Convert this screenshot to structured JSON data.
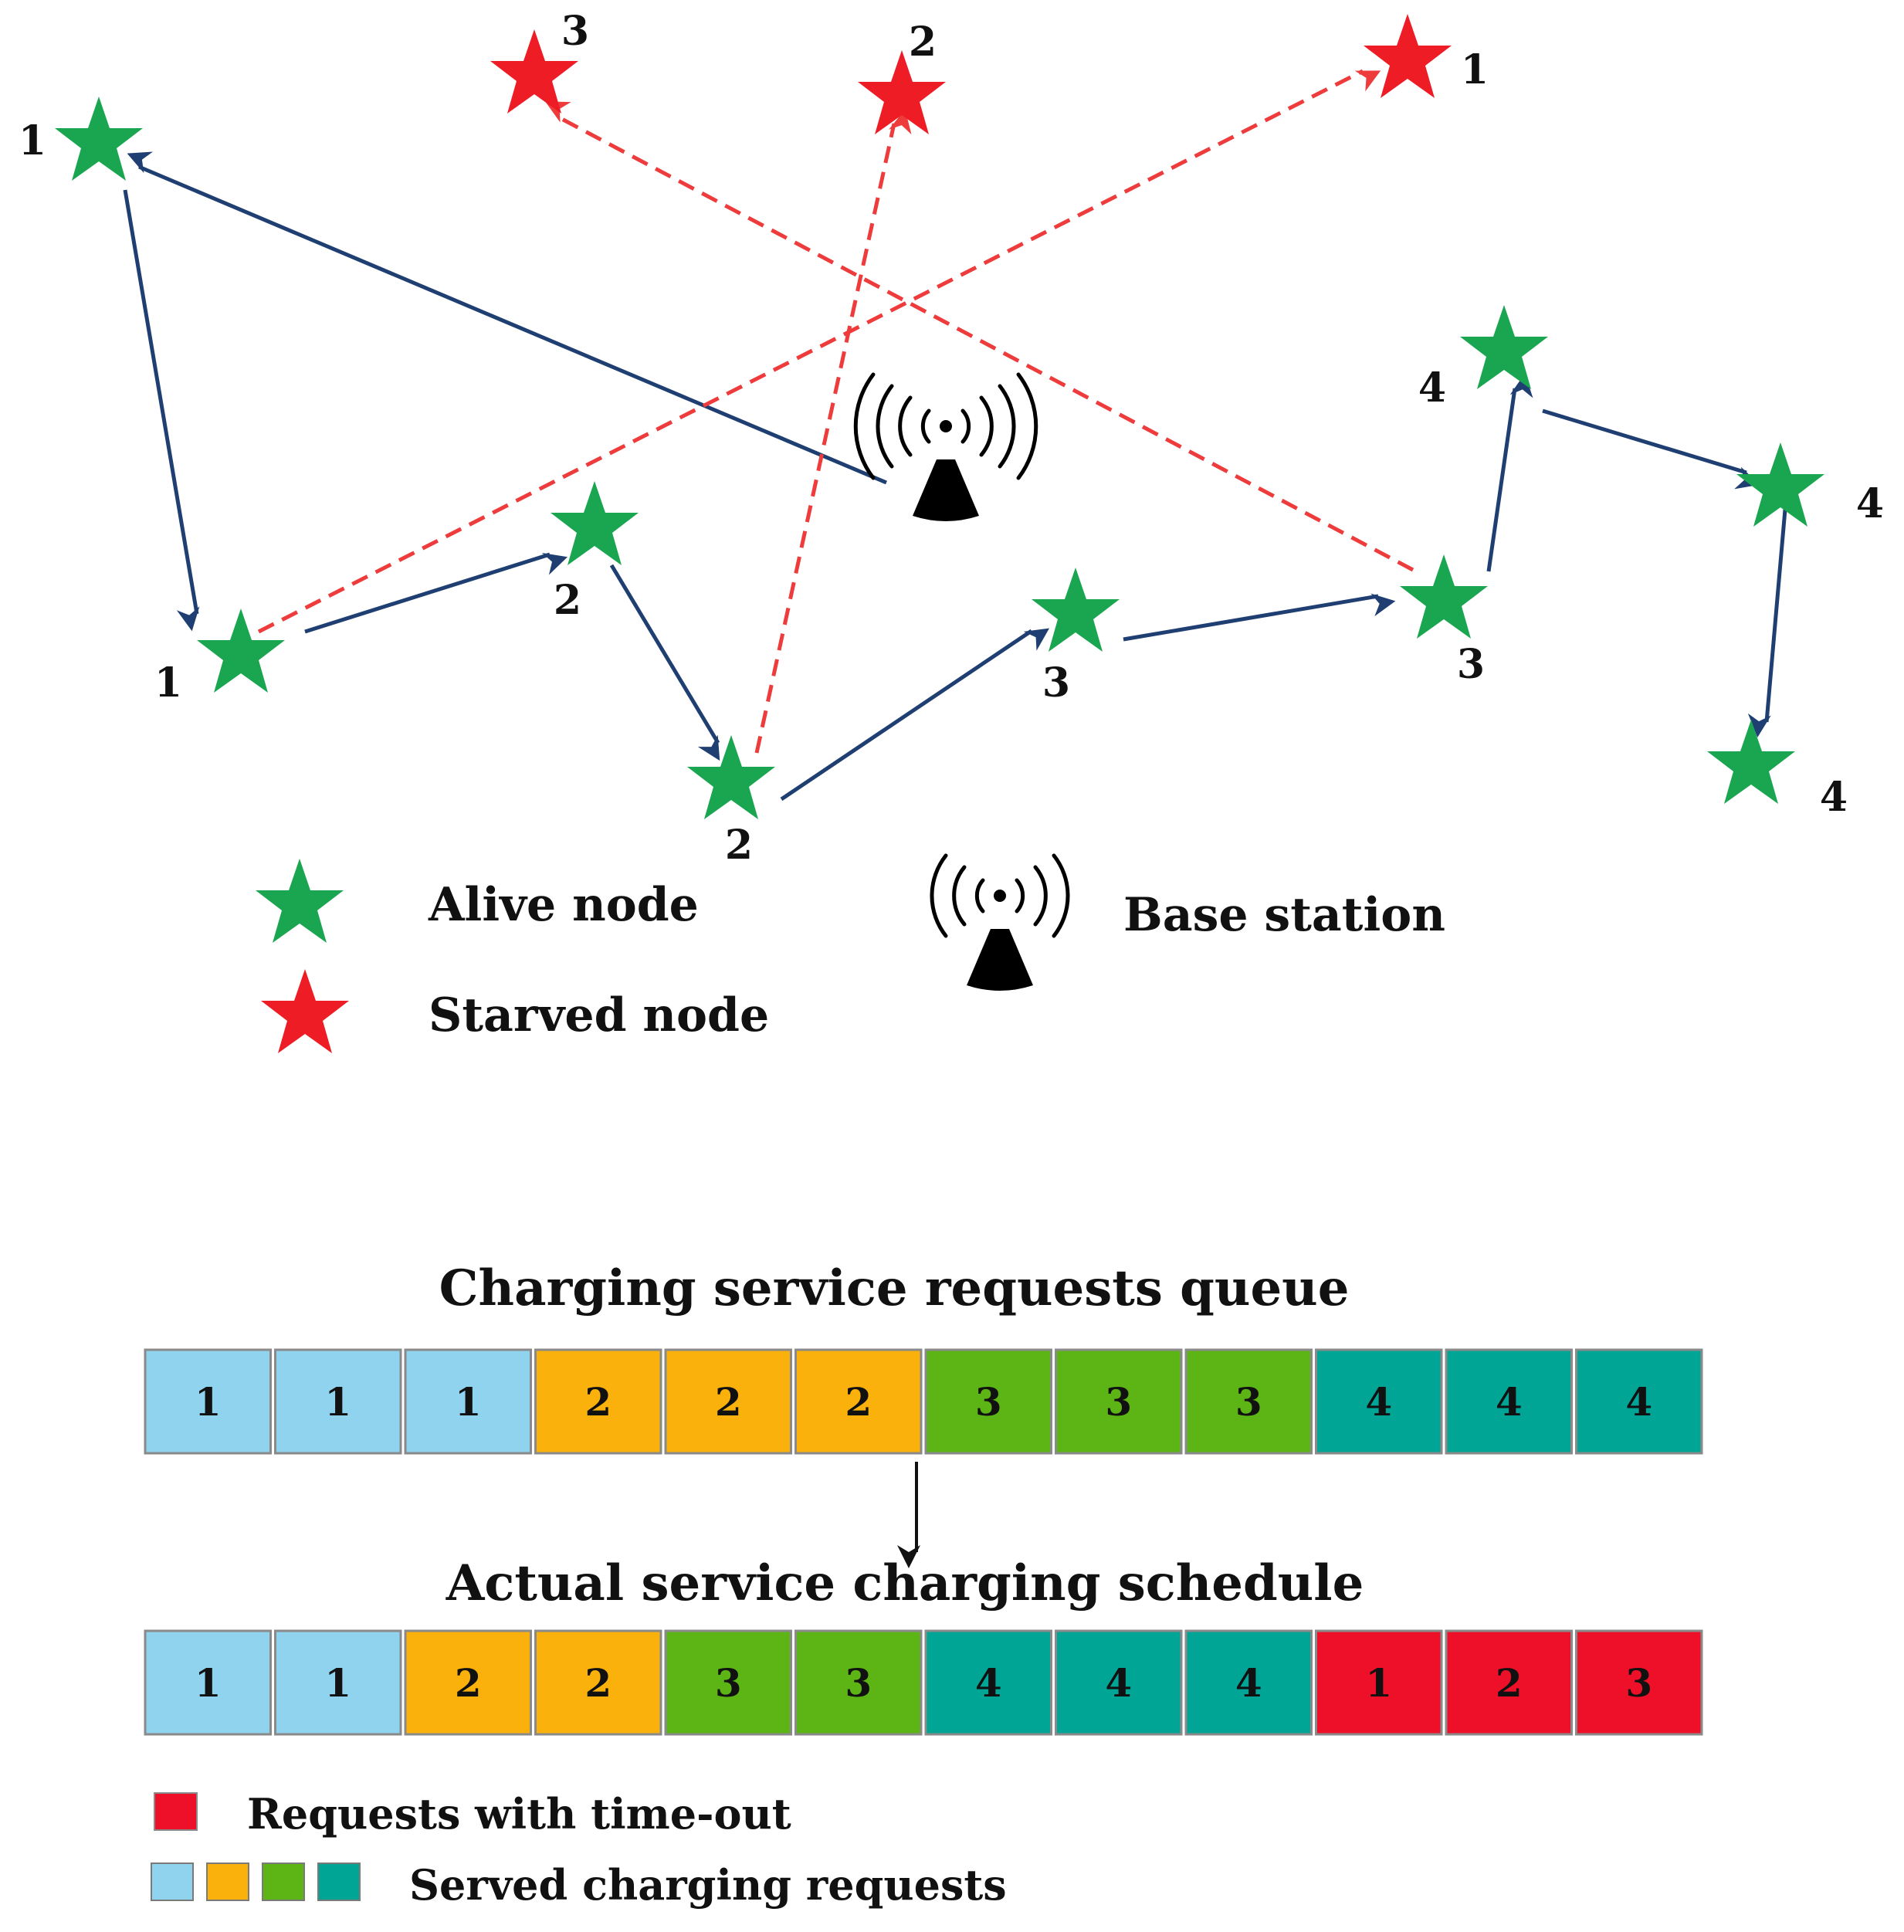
{
  "colors": {
    "alive": "#1aa550",
    "starved": "#ee1c25",
    "route": "#1f3f73",
    "timeout_route": "#ee3b3b",
    "group_1": "#8fd3ee",
    "group_2": "#fbb10c",
    "group_3": "#5cb415",
    "group_4": "#00a596",
    "timeout": "#ee1028"
  },
  "network": {
    "alive_nodes": [
      {
        "label": "1"
      },
      {
        "label": "1"
      },
      {
        "label": "2"
      },
      {
        "label": "2"
      },
      {
        "label": "3"
      },
      {
        "label": "3"
      },
      {
        "label": "4"
      },
      {
        "label": "4"
      },
      {
        "label": "4"
      }
    ],
    "starved_nodes": [
      {
        "label": "3"
      },
      {
        "label": "2"
      },
      {
        "label": "1"
      }
    ],
    "base_station": {
      "icon": "base-station-icon"
    }
  },
  "legend": {
    "alive_label": "Alive node",
    "starved_label": "Starved node",
    "base_station_label": "Base station"
  },
  "queue": {
    "title": "Charging service requests queue",
    "cells": [
      {
        "label": "1",
        "group": "1"
      },
      {
        "label": "1",
        "group": "1"
      },
      {
        "label": "1",
        "group": "1"
      },
      {
        "label": "2",
        "group": "2"
      },
      {
        "label": "2",
        "group": "2"
      },
      {
        "label": "2",
        "group": "2"
      },
      {
        "label": "3",
        "group": "3"
      },
      {
        "label": "3",
        "group": "3"
      },
      {
        "label": "3",
        "group": "3"
      },
      {
        "label": "4",
        "group": "4"
      },
      {
        "label": "4",
        "group": "4"
      },
      {
        "label": "4",
        "group": "4"
      }
    ]
  },
  "schedule": {
    "title": "Actual service charging schedule",
    "cells": [
      {
        "label": "1",
        "group": "1"
      },
      {
        "label": "1",
        "group": "1"
      },
      {
        "label": "2",
        "group": "2"
      },
      {
        "label": "2",
        "group": "2"
      },
      {
        "label": "3",
        "group": "3"
      },
      {
        "label": "3",
        "group": "3"
      },
      {
        "label": "4",
        "group": "4"
      },
      {
        "label": "4",
        "group": "4"
      },
      {
        "label": "4",
        "group": "4"
      },
      {
        "label": "1",
        "group": "timeout"
      },
      {
        "label": "2",
        "group": "timeout"
      },
      {
        "label": "3",
        "group": "timeout"
      }
    ]
  },
  "bottom_legend": {
    "timeout_label": "Requests with time-out",
    "served_label": "Served charging requests"
  }
}
